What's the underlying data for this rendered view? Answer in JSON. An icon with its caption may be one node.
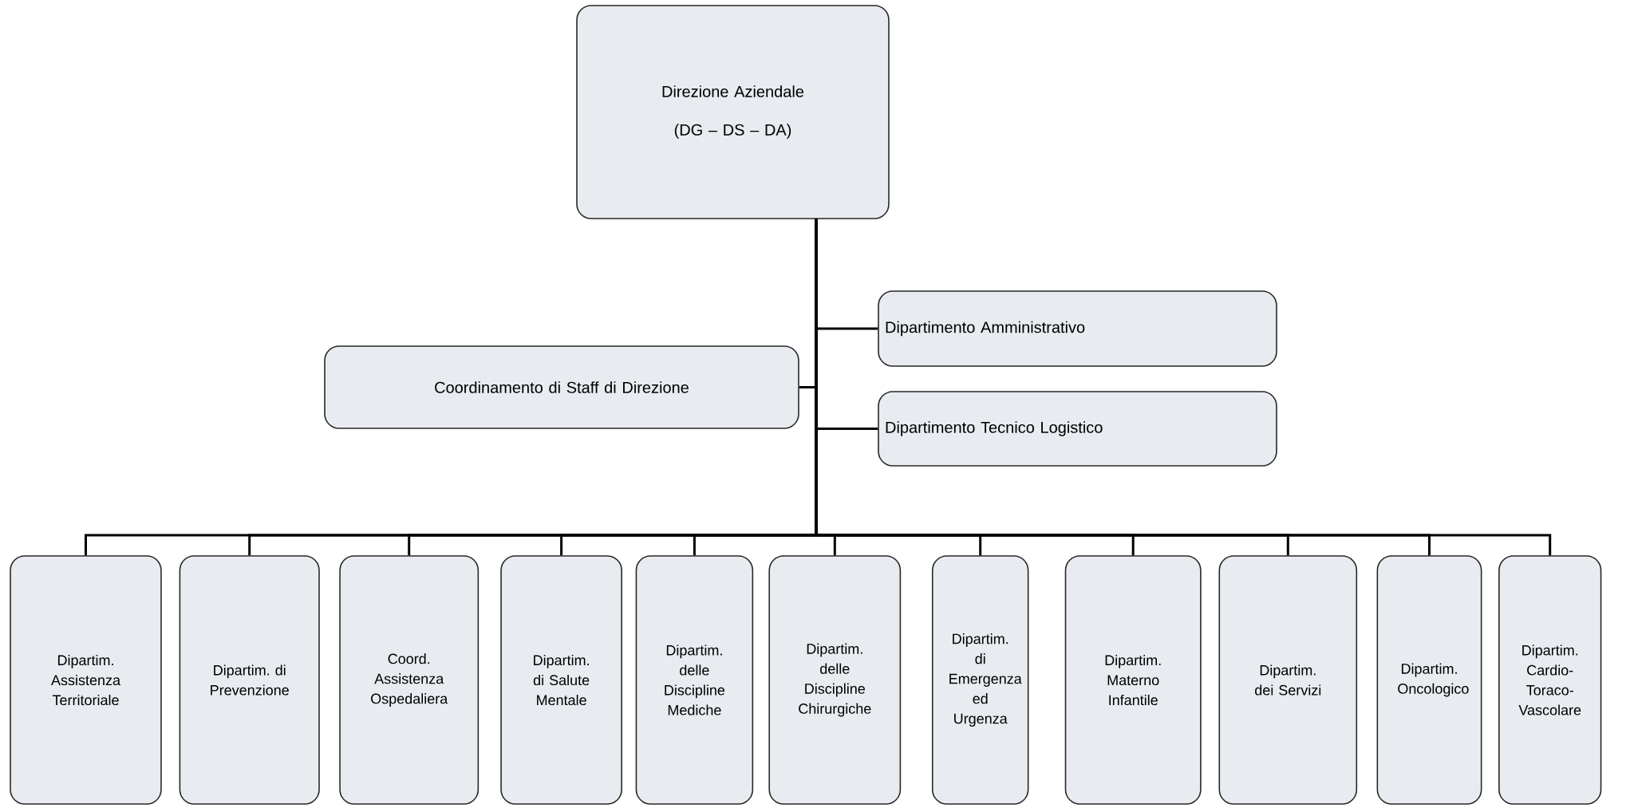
{
  "diagram": {
    "nodes": [
      {
        "text": [
          "Direzione Aziendale",
          "(DG – DS – DA)"
        ]
      },
      {
        "text": [
          "Dipartimento Amministrativo"
        ]
      },
      {
        "text": [
          "Coordinamento di Staff di Direzione"
        ]
      },
      {
        "text": [
          "Dipartimento Tecnico Logistico"
        ]
      },
      {
        "text": [
          "Dipartim. Assistenza Territoriale"
        ]
      },
      {
        "text": [
          "Dipartim. di Prevenzione"
        ]
      },
      {
        "text": [
          "Coord. Assistenza Ospedaliera"
        ]
      },
      {
        "text": [
          "Dipartim. di Salute Mentale"
        ]
      },
      {
        "text": [
          "Dipartim. delle Discipline Mediche"
        ]
      },
      {
        "text": [
          "Dipartim. delle Discipline Chirurgiche"
        ]
      },
      {
        "text": [
          "Dipartim. di Emergenza ed Urgenza"
        ]
      },
      {
        "text": [
          "Dipartim. Materno Infantile"
        ]
      },
      {
        "text": [
          "Dipartim. dei Servizi"
        ]
      },
      {
        "text": [
          "Dipartim. Oncologico"
        ]
      },
      {
        "text": [
          "Dipartim. Cardio-Toraco-Vascolare"
        ]
      }
    ],
    "edges": [
      {
        "from": 0,
        "to": 1,
        "arrow": "none"
      },
      {
        "from": 0,
        "to": 2,
        "arrow": "none"
      },
      {
        "from": 0,
        "to": 3,
        "arrow": "none"
      },
      {
        "from": 0,
        "to": 4,
        "arrow": "none"
      },
      {
        "from": 0,
        "to": 5,
        "arrow": "none"
      },
      {
        "from": 0,
        "to": 6,
        "arrow": "none"
      },
      {
        "from": 0,
        "to": 7,
        "arrow": "none"
      },
      {
        "from": 0,
        "to": 8,
        "arrow": "none"
      },
      {
        "from": 0,
        "to": 9,
        "arrow": "none"
      },
      {
        "from": 0,
        "to": 10,
        "arrow": "none"
      },
      {
        "from": 0,
        "to": 11,
        "arrow": "none"
      },
      {
        "from": 0,
        "to": 12,
        "arrow": "none"
      },
      {
        "from": 0,
        "to": 13,
        "arrow": "none"
      },
      {
        "from": 0,
        "to": 14,
        "arrow": "none"
      }
    ]
  }
}
